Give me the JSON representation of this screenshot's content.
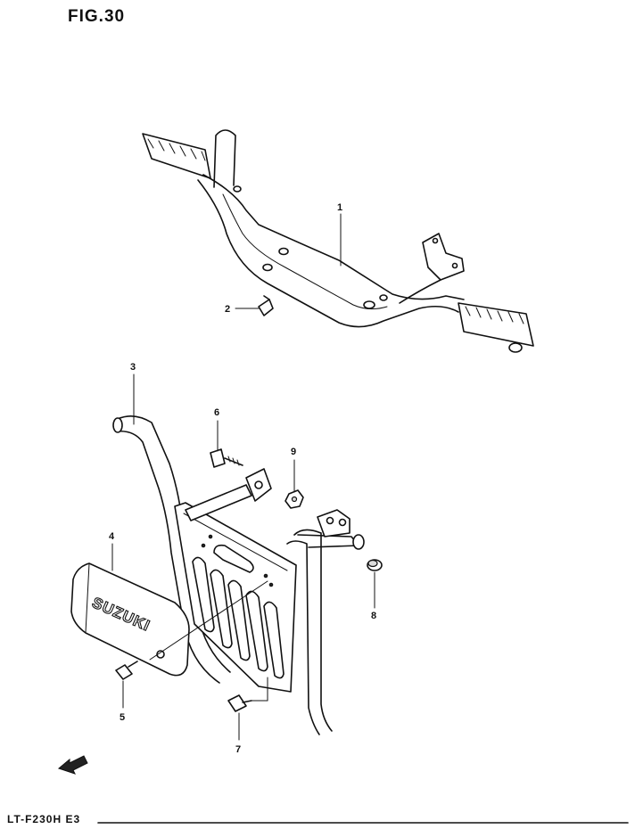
{
  "figure": {
    "title": "FIG.30"
  },
  "footer": {
    "model_code": "LT-F230H E3"
  },
  "logo": {
    "text": "SUZUKI"
  },
  "parts": [
    {
      "ref": "1"
    },
    {
      "ref": "2"
    },
    {
      "ref": "3"
    },
    {
      "ref": "4"
    },
    {
      "ref": "5"
    },
    {
      "ref": "6"
    },
    {
      "ref": "7"
    },
    {
      "ref": "8"
    },
    {
      "ref": "9"
    }
  ]
}
